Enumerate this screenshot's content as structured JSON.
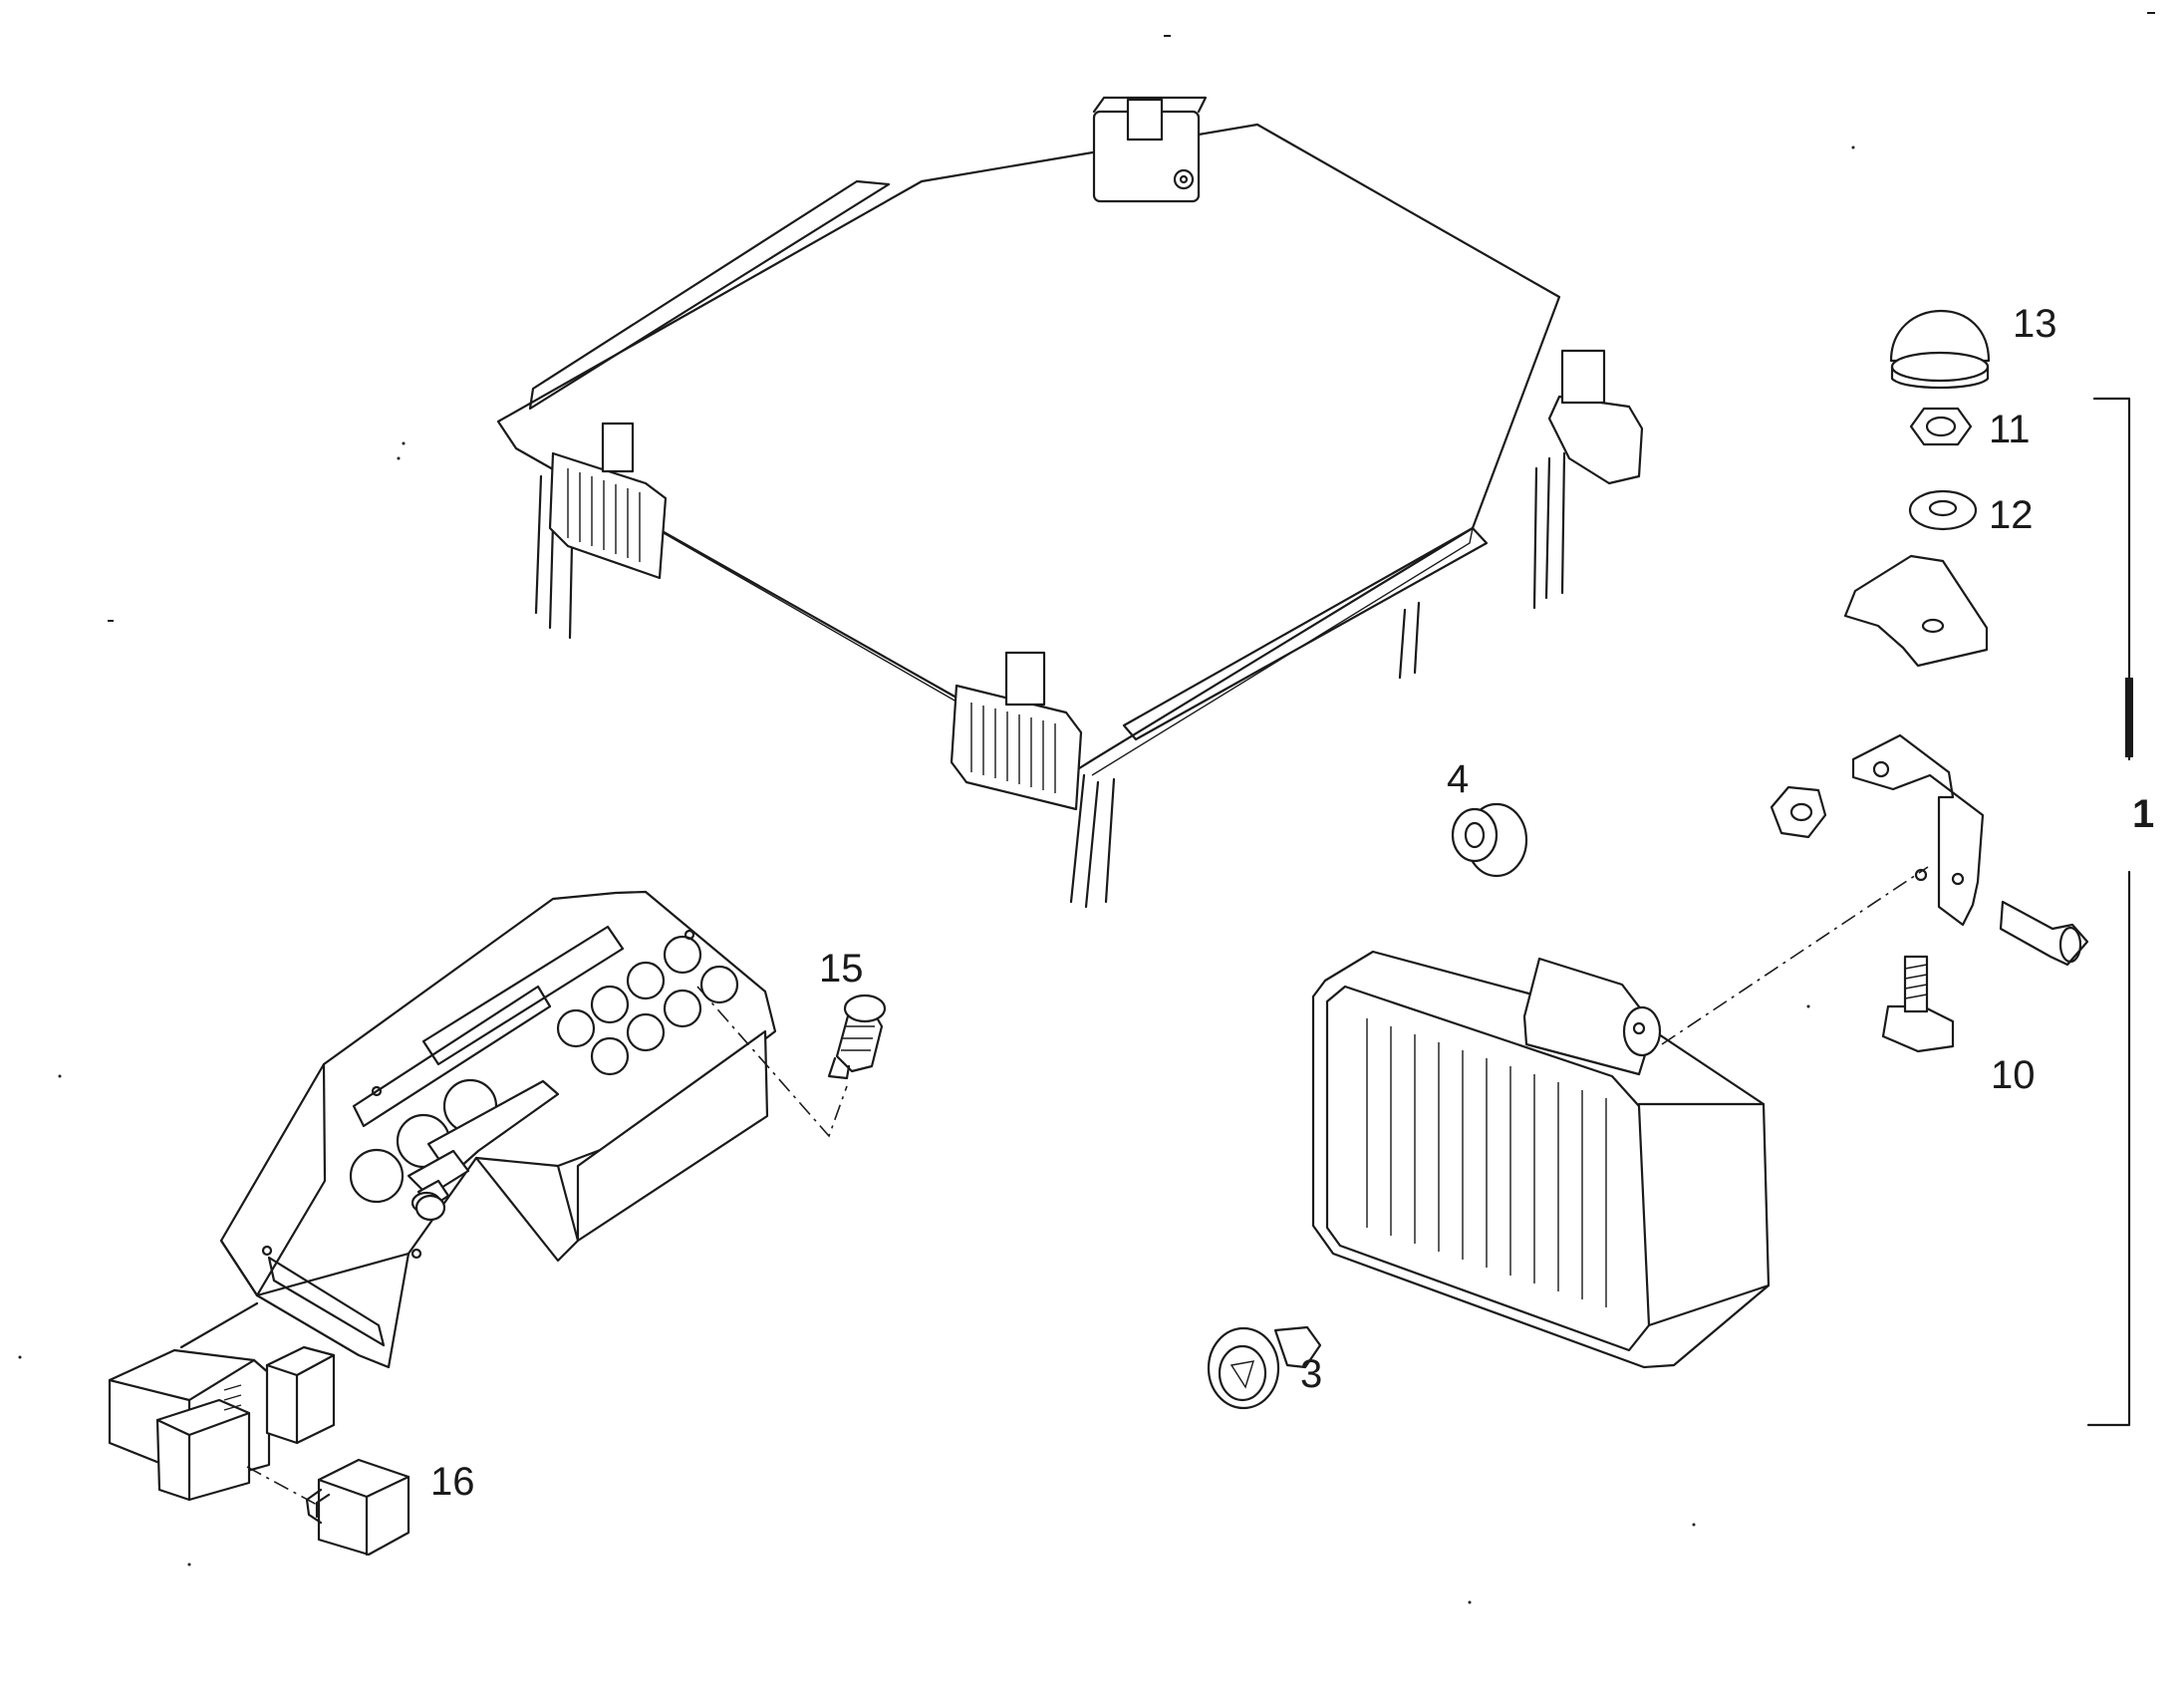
{
  "labels": {
    "p1": "1",
    "p3": "3",
    "p4": "4",
    "p10": "10",
    "p11": "11",
    "p12": "12",
    "p13": "13",
    "p15": "15",
    "p16": "16"
  }
}
